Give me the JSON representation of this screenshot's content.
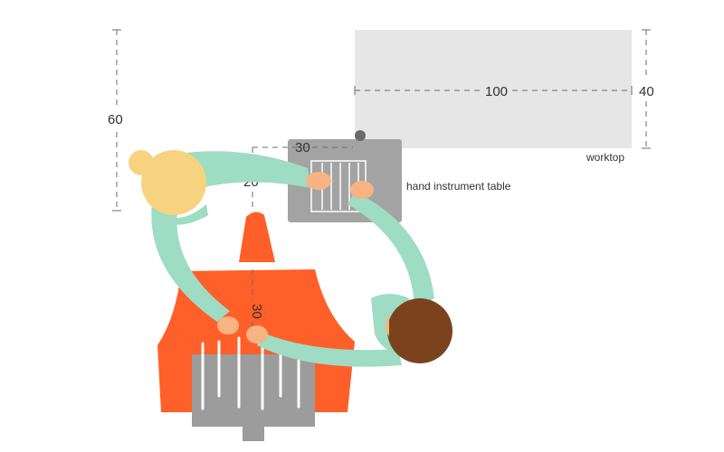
{
  "labels": {
    "worktop": "worktop",
    "hand_instrument_table": "hand instrument table"
  },
  "dimensions": {
    "worktop_length": "100",
    "worktop_depth": "40",
    "height_left": "60",
    "table_width": "30",
    "table_offset": "20",
    "chair_offset": "30"
  },
  "colors": {
    "worktop": "#e6e6e6",
    "instrument_table": "#a3a3a3",
    "chair": "#ff5f28",
    "scrubs": "#9edcc3",
    "skin": "#f7b482",
    "blonde_hair": "#f8d37f",
    "brown_hair": "#7a431e",
    "unit_gray": "#9c9c9c",
    "dimension_line": "#6b6b6b"
  },
  "icons": [
    "dentist-figure",
    "assistant-figure",
    "dental-chair",
    "delivery-unit",
    "instrument-table",
    "worktop"
  ]
}
